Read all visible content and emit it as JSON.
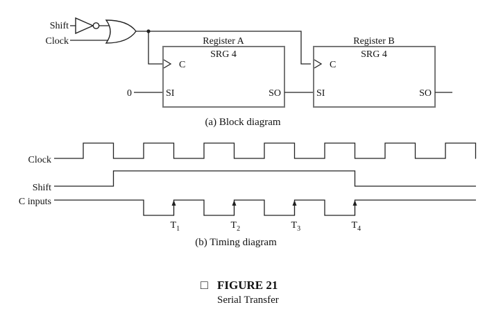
{
  "block_diagram": {
    "inputs": {
      "shift": "Shift",
      "clock": "Clock",
      "si_const": "0"
    },
    "register_a": {
      "title": "Register A",
      "type": "SRG 4",
      "clock_pin": "C",
      "si_pin": "SI",
      "so_pin": "SO"
    },
    "register_b": {
      "title": "Register B",
      "type": "SRG 4",
      "clock_pin": "C",
      "si_pin": "SI",
      "so_pin": "SO"
    },
    "caption": "(a) Block diagram"
  },
  "timing_diagram": {
    "signals": {
      "clock": "Clock",
      "shift": "Shift",
      "c_inputs": "C inputs"
    },
    "clock_periods": 7,
    "shift_high_periods": [
      1,
      4
    ],
    "c_inputs_active_periods": [
      1,
      4
    ],
    "pulse_markers": [
      {
        "base": "T",
        "sub": "1"
      },
      {
        "base": "T",
        "sub": "2"
      },
      {
        "base": "T",
        "sub": "3"
      },
      {
        "base": "T",
        "sub": "4"
      }
    ],
    "caption": "(b) Timing diagram"
  },
  "figure": {
    "title": "FIGURE 21",
    "subtitle": "Serial Transfer",
    "square_glyph": "□"
  }
}
